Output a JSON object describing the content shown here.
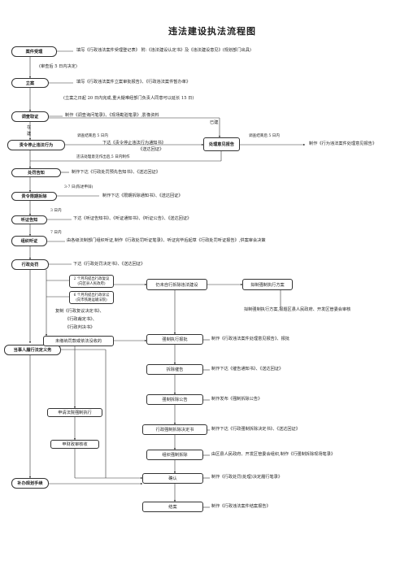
{
  "title": "违法建设执法流程图",
  "left_steps": {
    "accept": "案件受理",
    "file": "立案",
    "investigate": "调查取证",
    "stop": "责令停止违法行为",
    "notice": "处罚告知",
    "deadline_demolish": "责令限期拆除",
    "hearing_notice": "听证告知",
    "hold_hearing": "组织听证",
    "penalty": "行政处罚",
    "obligation": "当事人履行法定义务",
    "compensation": "补办规划手续"
  },
  "notes": {
    "accept": "填写《行政违法案件受理登记表》 附:《违法建设认定书》及《违法建设意见》(规划部门出具)",
    "review_days": "(审查后 5 日内决定)",
    "file": "填写《行政违法案件立案审批报告》、《行政违法案件暂办单》",
    "file_days": "(立案之日起 20 日内完成,重大疑难经部门负责人同意可以延长 15 日)",
    "investigate": "制作《调查询问笔录》、《现场勘验笔录》,影像资料",
    "built": "已建",
    "not_built_1": "在",
    "not_built_2": "建",
    "stop_days": "调查结束后 5 日内",
    "stop_doc_1": "下达《责令停止违法行为通知书》",
    "stop_doc_2": "《送达回证》",
    "stop_after": "违法处理意见作出后,5 日内制作",
    "report_days": "调查结束后 5 日内",
    "report_doc": "制作《行为违法案件处理意见报告》",
    "notice_doc": "制作下达《行政处罚预先告知书》、《送达回证》",
    "days_3_7": "3-7 日(陈述申辩)",
    "deadline_doc": "制作下达《限期拆除通知书》、《送达回证》",
    "days_3": "3 日内",
    "hearing_notice_doc": "下达《听证告知书》、《听证通知书》、《听证公告》、《送达回证》",
    "days_7": "7 日内",
    "hearing_doc": "由各级法制部门组织听证,制作《行政处罚听证笔录》、听证完毕后起草《行政处罚听证报告》,供案审会决策",
    "penalty_doc": "下达《行政处罚决定书》、《送达回证》",
    "review_2m_1": "2 个月内提出行政复议",
    "review_2m_2": "(向区县人民政府)",
    "lawsuit_6m_1": "6 个月内提出行政诉讼",
    "lawsuit_6m_2": "(向市铁路运输法院)",
    "review_docs_1": "复制《行政复议决定书》、",
    "review_docs_2": "《行政裁定书》、",
    "review_docs_3": "《行政判决书》",
    "draft_plan_note": "拟制强制执行方案,报题区县人民政府、开发区管委会审核",
    "enforce_note": "制作《行政违法案件处理意见报告》、报批",
    "demolish_notice_note": "制作下达《催告通知书》、《送达回证》",
    "announce_note": "制作发布《强制拆除公告》",
    "decision_note": "制作下达《行政强制拆除决定书》、《送达回证》",
    "organize_note": "由区县人民政府、开发区管委会组织,制作《行强制拆除现场笔录》",
    "confirm_note": "制作《行政处罚(处理)决定履行笔录》",
    "close_note": "制作《行政违法案件结案报告》"
  },
  "boxes": {
    "report": "处理意见报告",
    "unfinished": "仍未自行拆除违法建设",
    "plan": "拟制强制执行方案",
    "overdue": "未缴纳罚款或依法没收的",
    "enforce": "强制执行报批",
    "demolish_notice": "拆除催告",
    "announce": "强制拆除公告",
    "apply_court": "申请法院强制执行",
    "decision": "行政强制拆除决定书",
    "fine_collect": "申财政审核收",
    "organize": "组织强制拆除",
    "confirm": "确认",
    "close": "结案"
  }
}
